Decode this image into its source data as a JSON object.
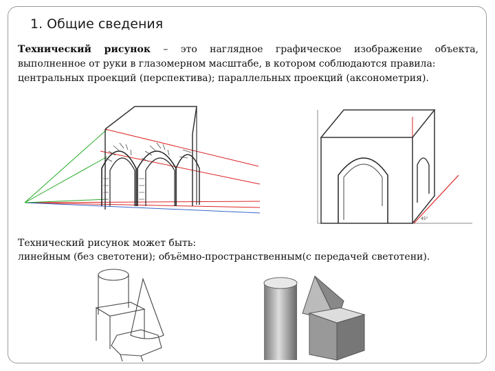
{
  "slide": {
    "title": "1. Общие сведения",
    "definition": {
      "term": "Технический рисунок",
      "text": " – это наглядное графическое изображение объекта, выполненное от руки в глазомерном масштабе, в котором соблюдаются правила:",
      "projections": "центральных проекций (перспектива); параллельных проекций (аксонометрия)."
    },
    "types": {
      "line1": "Технический рисунок может быть:",
      "line2": "линейным (без светотени); объёмно-пространственным(с передачей светотени)."
    },
    "angle_label": "45°"
  }
}
